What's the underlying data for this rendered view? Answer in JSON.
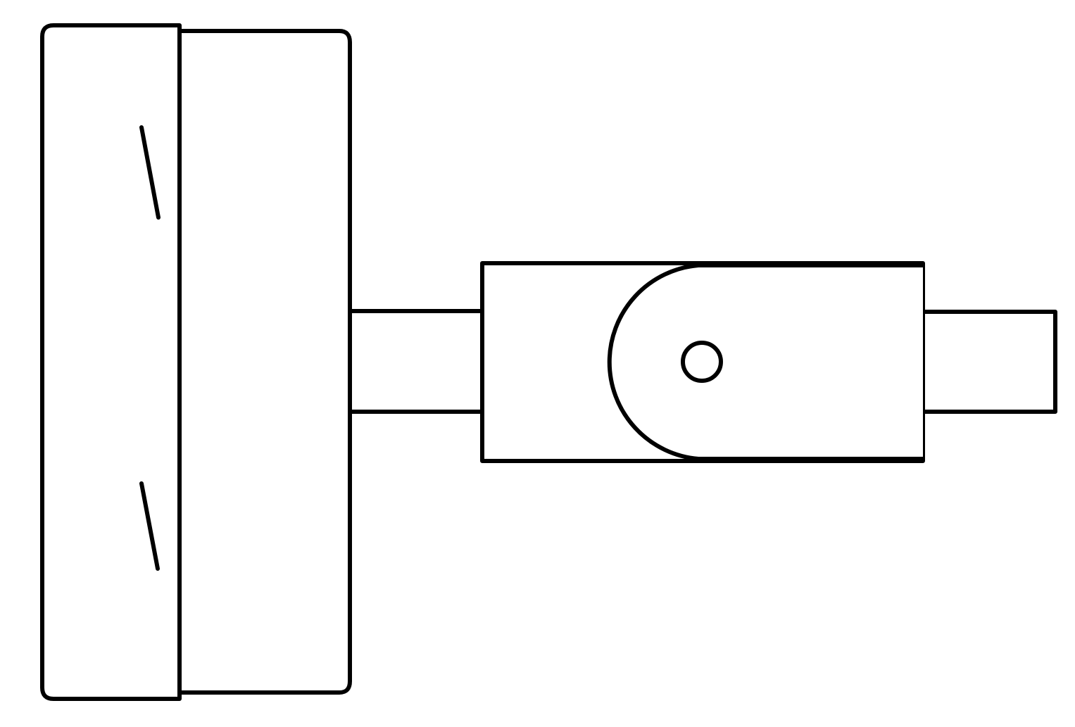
{
  "diagram": {
    "type": "mechanical-line-drawing",
    "background_color": "#ffffff",
    "stroke_color": "#000000",
    "parts": [
      "disc-front-face",
      "disc-rear-body",
      "input-shaft",
      "coupling-housing",
      "clevis-tongue",
      "pivot-pin",
      "output-shaft"
    ],
    "text_labels": []
  }
}
